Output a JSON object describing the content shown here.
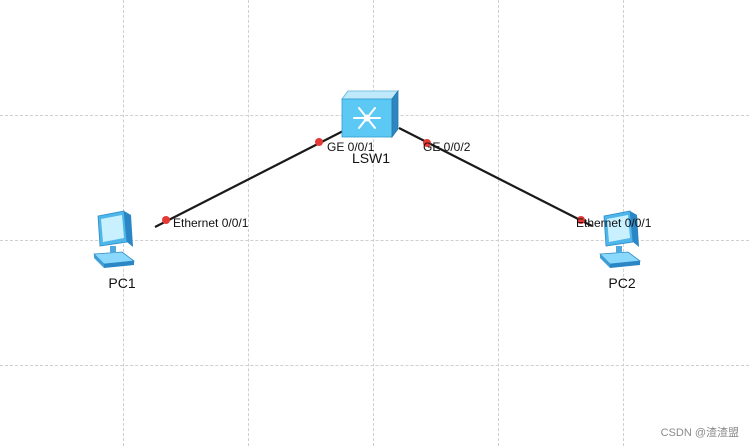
{
  "devices": {
    "switch": {
      "name": "LSW1",
      "icon": "switch-icon"
    },
    "pc1": {
      "name": "PC1",
      "icon": "pc-icon"
    },
    "pc2": {
      "name": "PC2",
      "icon": "pc-icon"
    }
  },
  "links": [
    {
      "from": "pc1",
      "from_port": "Ethernet 0/0/1",
      "to": "switch",
      "to_port": "GE 0/0/1"
    },
    {
      "from": "switch",
      "from_port": "GE 0/0/2",
      "to": "pc2",
      "to_port": "Ethernet 0/0/1"
    }
  ],
  "colors": {
    "grid": "#cfcfcf",
    "link": "#1a1a1a",
    "port": "#e53935",
    "device": "#4fc3f7"
  },
  "watermark": "CSDN @渣渣盟"
}
